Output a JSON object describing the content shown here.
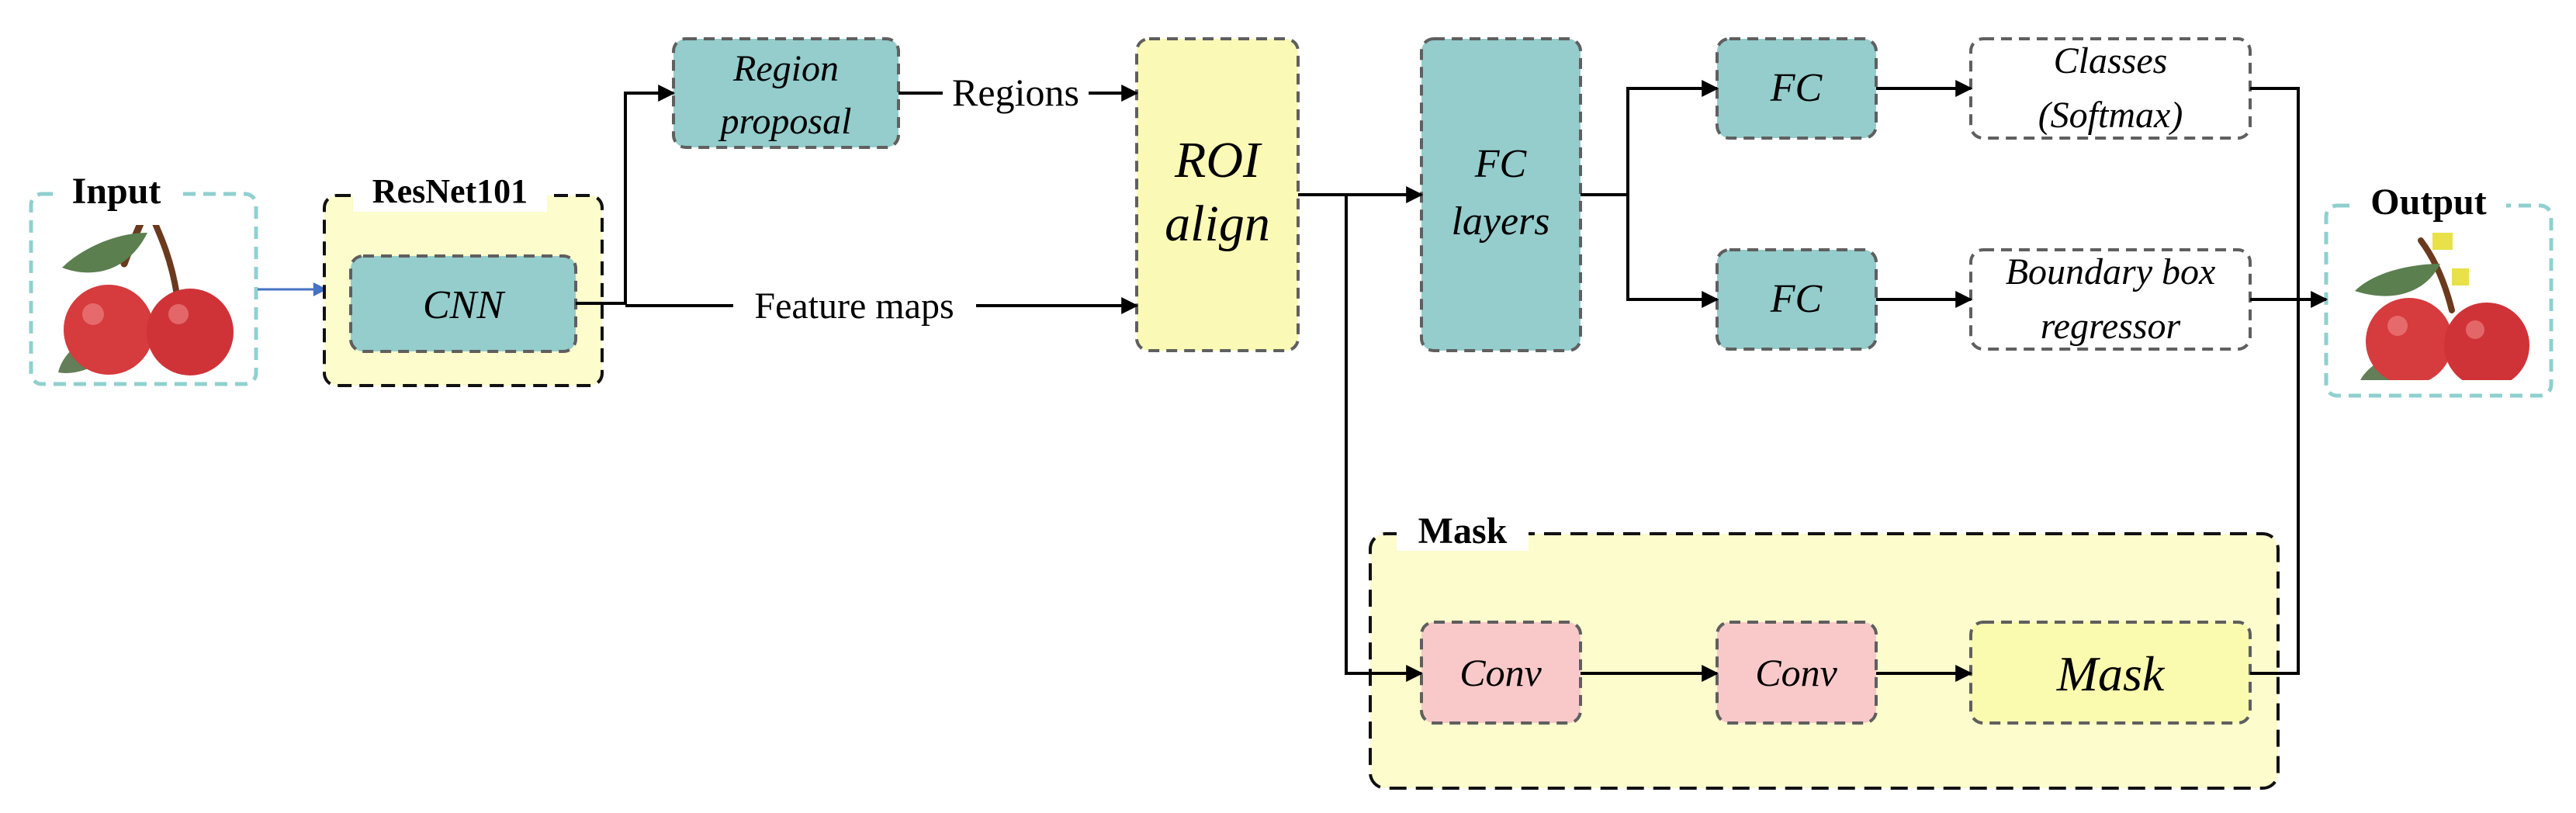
{
  "input": {
    "label": "Input"
  },
  "output": {
    "label": "Output"
  },
  "backbone": {
    "label": "ResNet101",
    "cnn": "CNN"
  },
  "region_proposal": {
    "line1": "Region",
    "line2": "proposal"
  },
  "roi_align": {
    "line1": "ROI",
    "line2": "align"
  },
  "fc_layers": {
    "line1": "FC",
    "line2": "layers"
  },
  "fc_top": "FC",
  "fc_bottom": "FC",
  "classes": {
    "line1": "Classes",
    "line2": "(Softmax)"
  },
  "bbox_regressor": {
    "line1": "Boundary box",
    "line2": "regressor"
  },
  "mask_branch": {
    "label": "Mask",
    "conv1": "Conv",
    "conv2": "Conv",
    "mask": "Mask"
  },
  "edge_labels": {
    "regions": "Regions",
    "feature_maps": "Feature maps"
  },
  "colors": {
    "teal": "#95cccc",
    "yellow": "#fcfccc",
    "roi_yellow": "#fafab6",
    "pink": "#f9c9ca",
    "mask_yellow": "#fbfbb0",
    "dash_gray": "#5f5f5f",
    "dash_teal": "#8fd0cf",
    "input_arrow": "#4472c4"
  }
}
